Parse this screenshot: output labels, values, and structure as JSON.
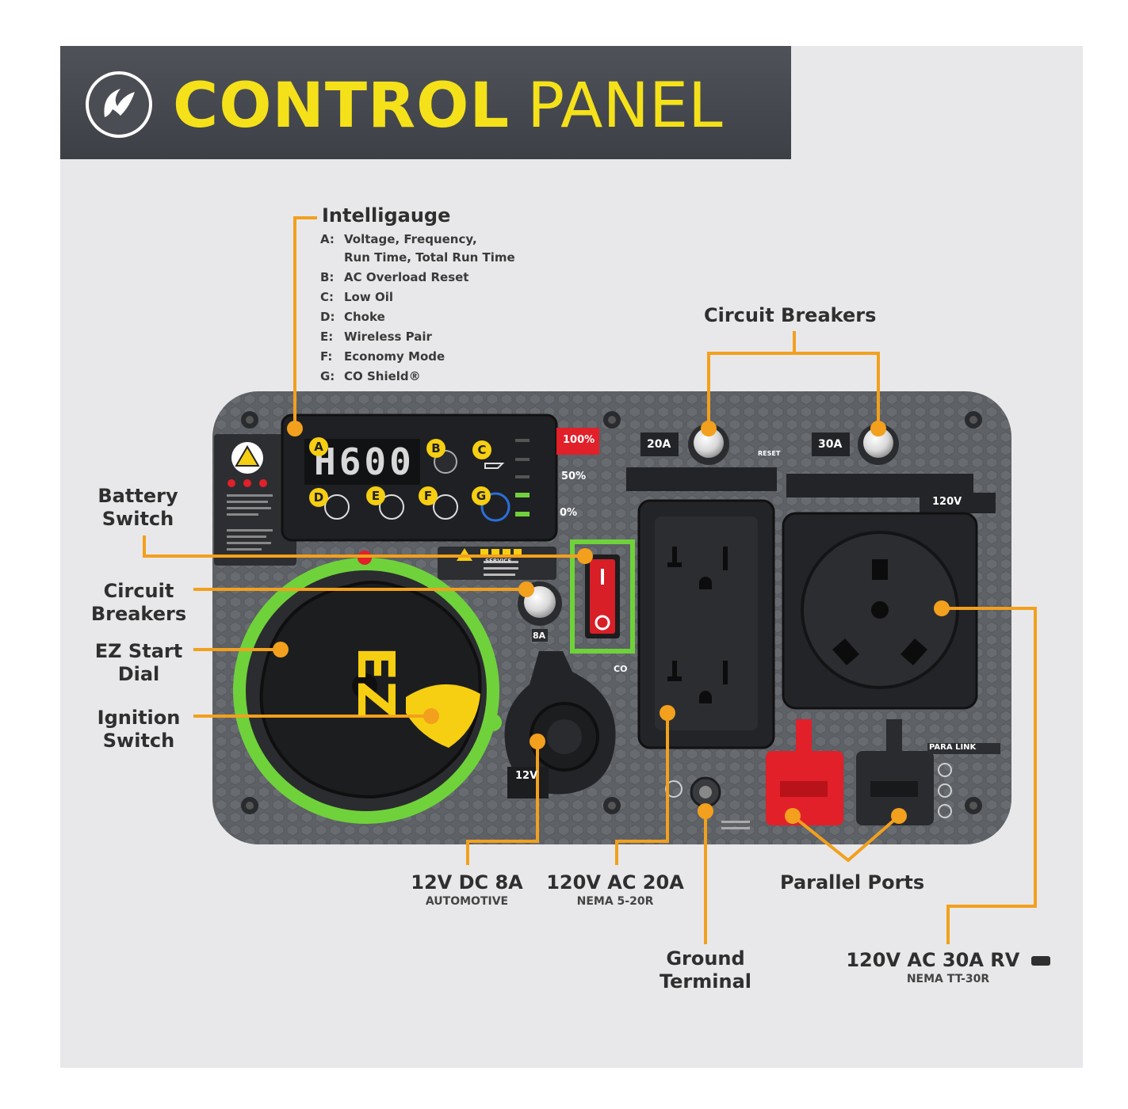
{
  "header": {
    "title_bold": "CONTROL",
    "title_light": "PANEL",
    "logo_icon": "lightning-swoosh-logo-icon"
  },
  "intelligauge": {
    "title": "Intelligauge",
    "items": [
      {
        "key": "A:",
        "text": "Voltage, Frequency,"
      },
      {
        "key": "",
        "text": "Run Time, Total Run Time"
      },
      {
        "key": "B:",
        "text": "AC Overload Reset"
      },
      {
        "key": "C:",
        "text": "Low Oil"
      },
      {
        "key": "D:",
        "text": "Choke"
      },
      {
        "key": "E:",
        "text": "Wireless Pair"
      },
      {
        "key": "F:",
        "text": "Economy Mode"
      },
      {
        "key": "G:",
        "text": "CO Shield®"
      }
    ],
    "display_reading": "H600",
    "indicator_letters": [
      "A",
      "B",
      "C",
      "D",
      "E",
      "F",
      "G"
    ],
    "load_marks": [
      "100%",
      "50%",
      "0%"
    ]
  },
  "callouts": {
    "circuit_breakers_top": "Circuit Breakers",
    "battery_switch": [
      "Battery",
      "Switch"
    ],
    "circuit_breakers_left": [
      "Circuit",
      "Breakers"
    ],
    "ez_start_dial": [
      "EZ Start",
      "Dial"
    ],
    "ignition_switch": [
      "Ignition",
      "Switch"
    ],
    "dc_12v": {
      "title": "12V DC 8A",
      "sub": "AUTOMOTIVE"
    },
    "ac_20a": {
      "title": "120V AC 20A",
      "sub": "NEMA 5-20R"
    },
    "ground_terminal": [
      "Ground",
      "Terminal"
    ],
    "parallel_ports": "Parallel Ports",
    "ac_30a_rv": {
      "title": "120V AC 30A RV",
      "sub": "NEMA TT-30R"
    }
  },
  "panel_text": {
    "breaker_20a": "20A",
    "breaker_30a": "30A",
    "breaker_8a": "8A",
    "outlet_label": "120V",
    "dc_label": "12V",
    "para_link": "PARA LINK",
    "ez_letters": "EZ",
    "reset": "RESET",
    "service": "SERVICE",
    "co": "CO"
  },
  "colors": {
    "accent_yellow": "#f5e11a",
    "leader_orange": "#f2a01d",
    "panel_gray": "#5b5e63",
    "dial_green": "#6fd23a",
    "parallel_red": "#e2202a"
  }
}
